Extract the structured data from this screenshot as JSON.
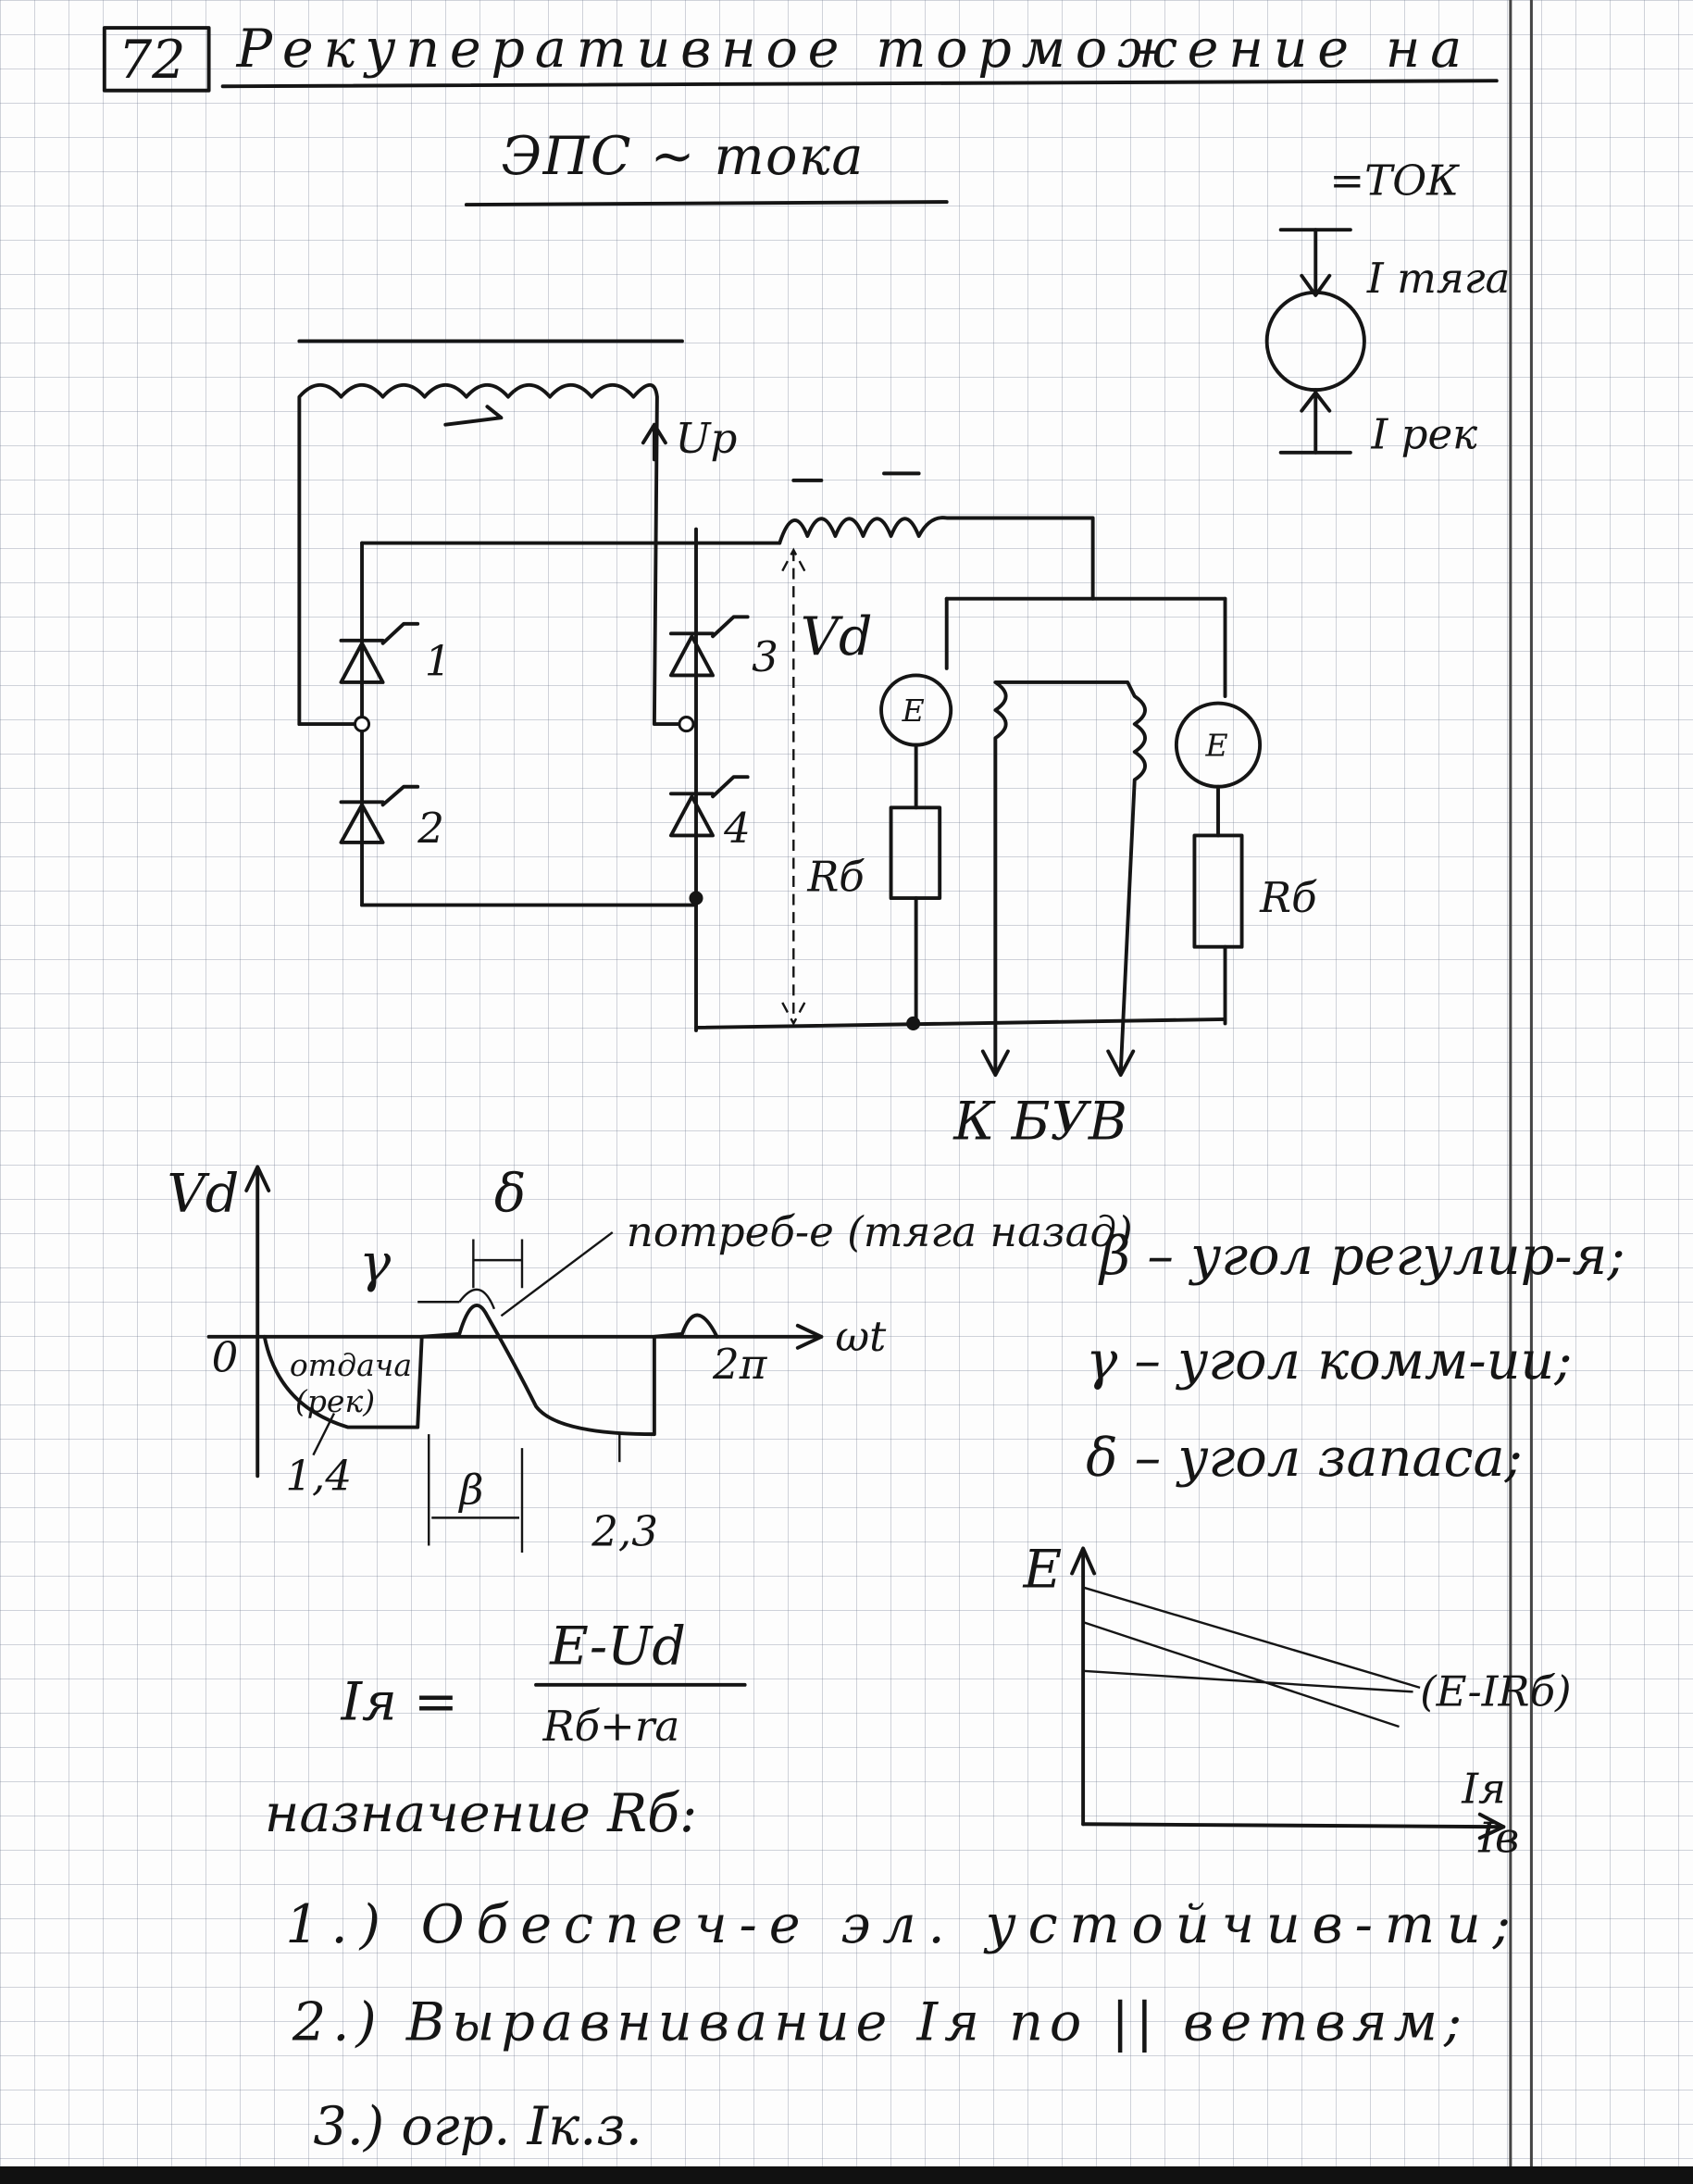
{
  "page": {
    "number": "72",
    "title_line1": "Рекуперативное торможение на",
    "title_line2": "ЭПС ~ тока"
  },
  "current_diagram": {
    "dc_label": "=ТОК",
    "traction_label": "I тяга",
    "recuperation_label": "I рек"
  },
  "circuit": {
    "voltage_up": "Uр",
    "voltage_d": "Vd",
    "thyristors": [
      "1",
      "2",
      "3",
      "4"
    ],
    "motor_label": "E",
    "resistor_label": "Rб",
    "output_label": "К БУВ"
  },
  "waveform": {
    "y_label": "Vd",
    "origin": "0",
    "delta": "δ",
    "gamma": "γ",
    "beta": "β",
    "consumption_note": "потреб-е (тяга назад)",
    "return_note_1": "отдача",
    "return_note_2": "(рек)",
    "x_tick": "2π",
    "x_label": "ωt",
    "pair_14": "1,4",
    "pair_23": "2,3"
  },
  "definitions": [
    "β – угол регулир-я;",
    "γ – угол комм-ии;",
    "δ – угол запаса;"
  ],
  "characteristic": {
    "y_label": "E",
    "curve_label": "(E-IRб)",
    "x_label_1": "Iя",
    "x_label_2": "Iв"
  },
  "formula": {
    "lhs": "Iя =",
    "numerator": "E-Ud",
    "denominator": "Rб+rа"
  },
  "purpose": {
    "heading": "назначение Rб:",
    "items": [
      "1.) Обеспеч-е эл. устойчив-ти;",
      "2.) Выравнивание Iя по || ветвям;",
      "3.) огр. Iк.з."
    ]
  }
}
